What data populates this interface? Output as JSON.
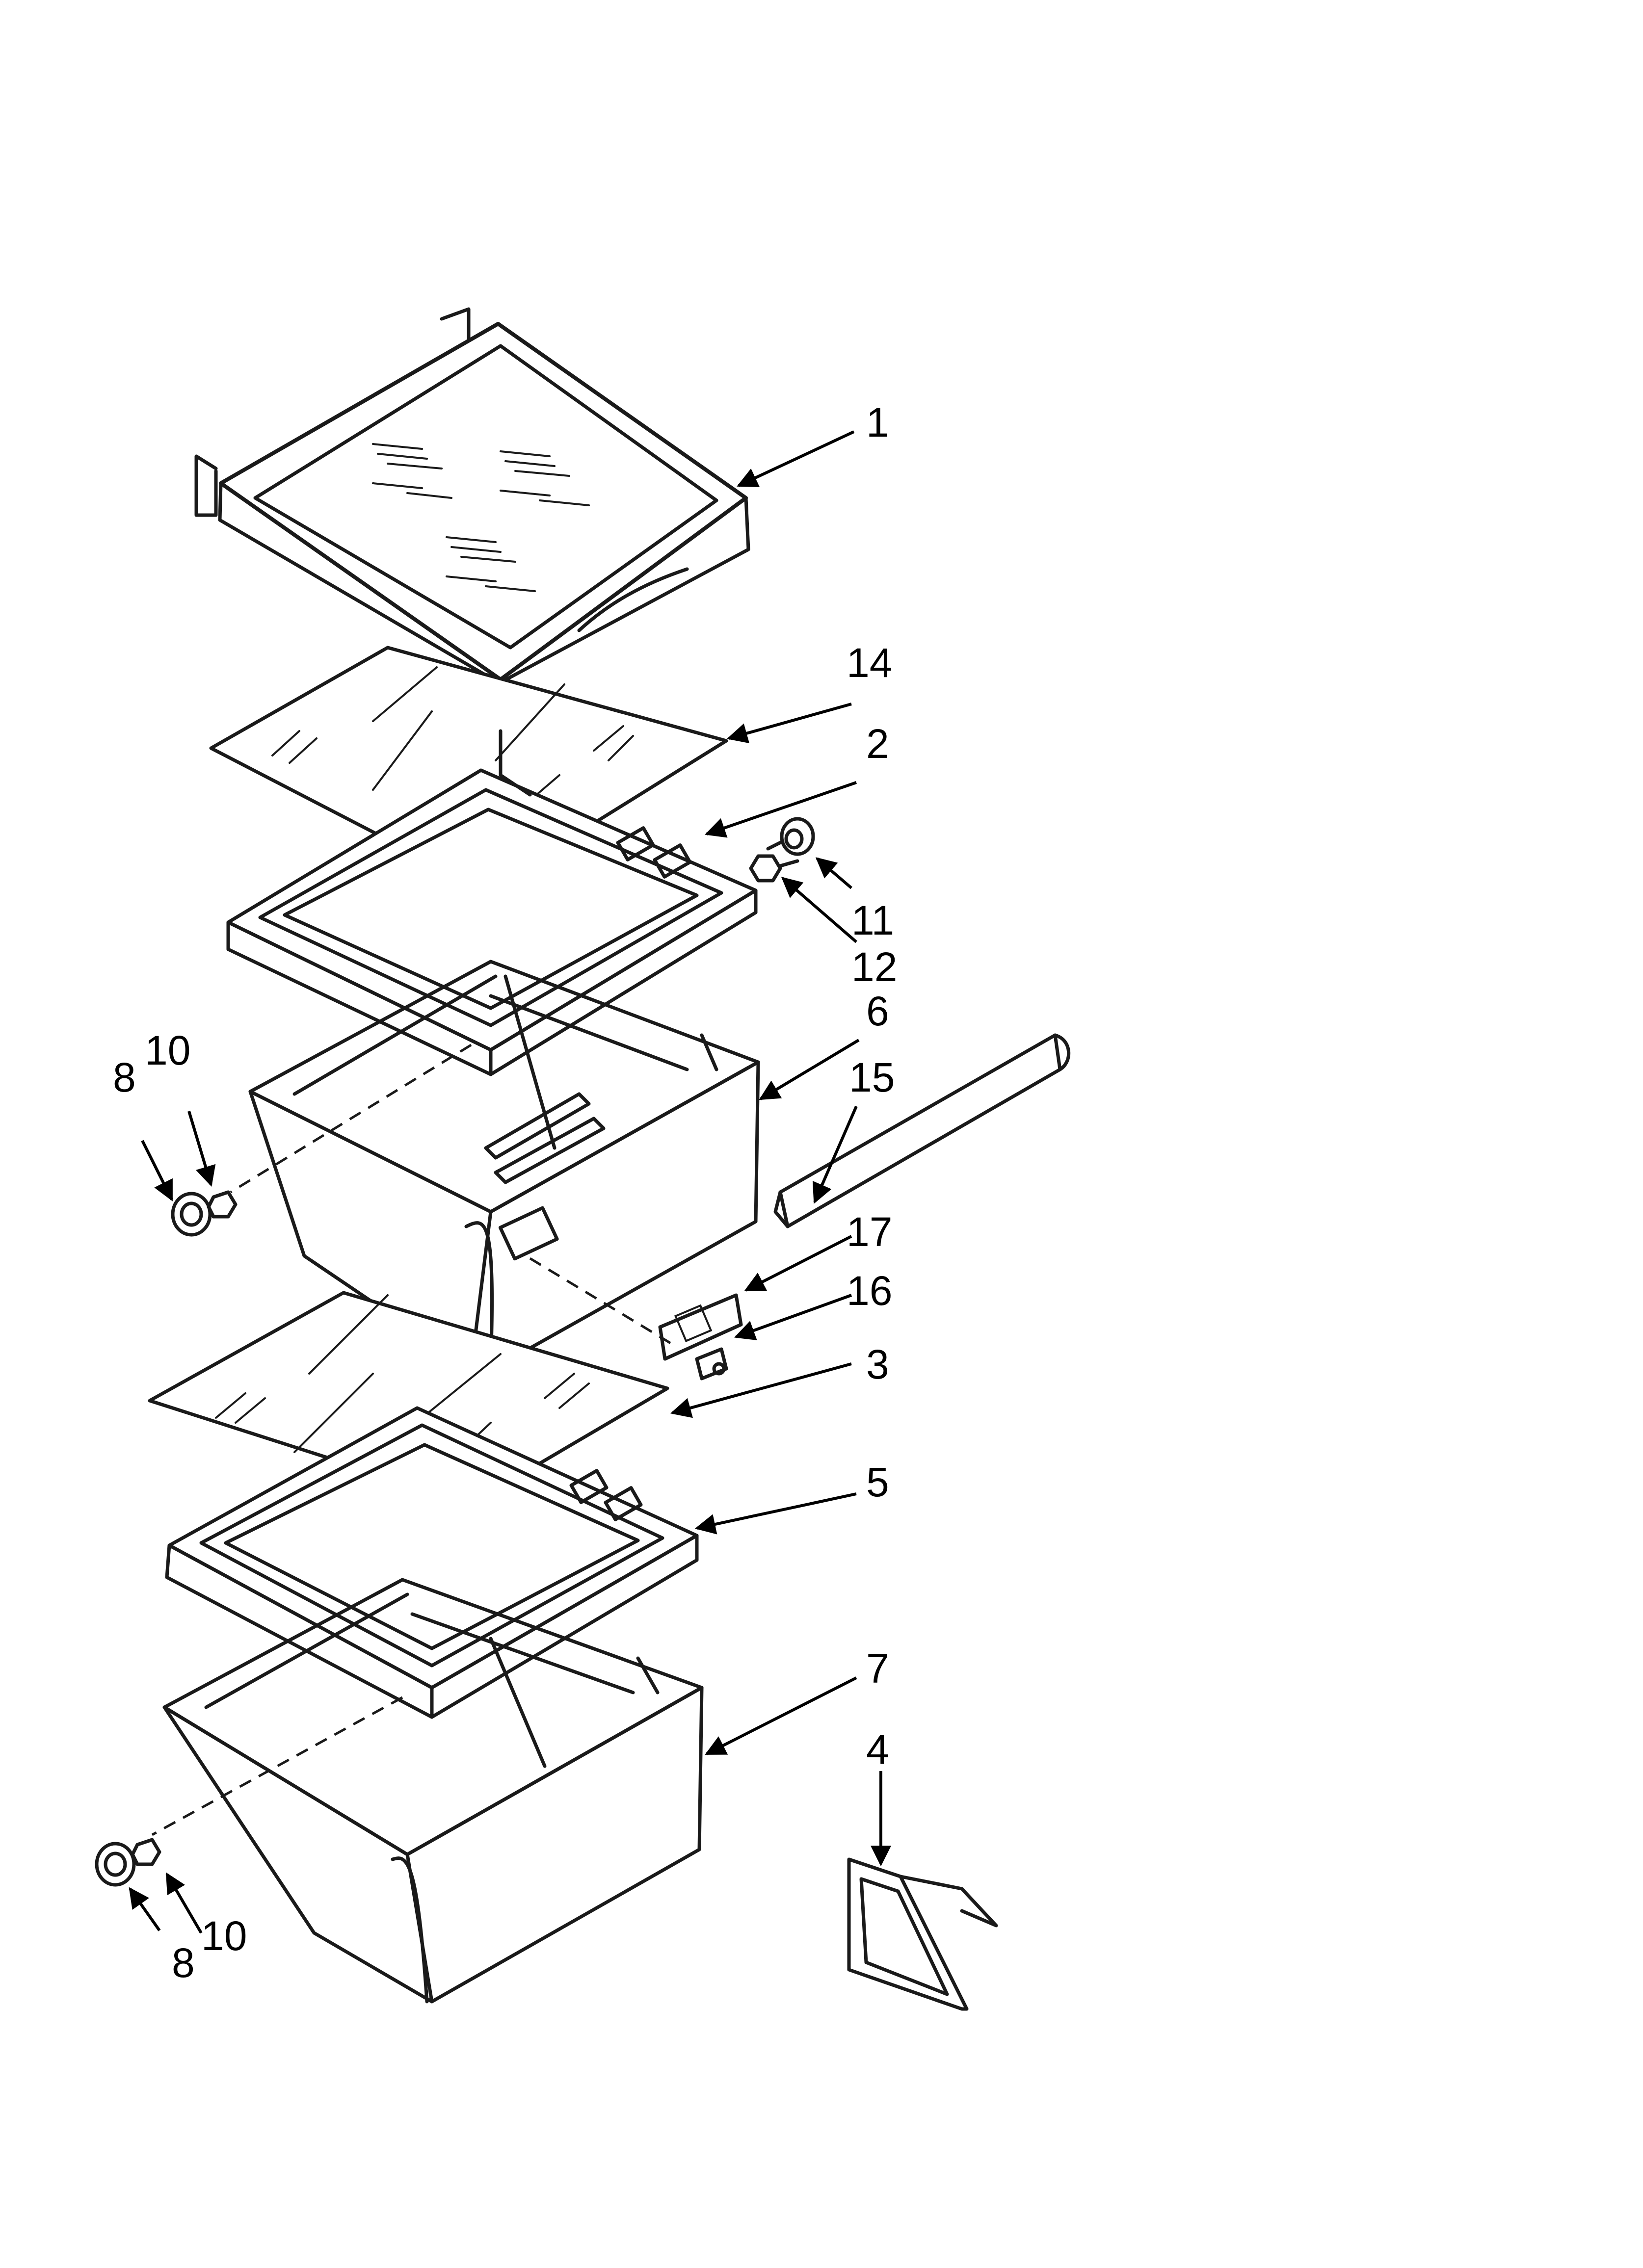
{
  "callouts": [
    {
      "id": "c1",
      "label": "1"
    },
    {
      "id": "c14",
      "label": "14"
    },
    {
      "id": "c2",
      "label": "2"
    },
    {
      "id": "c11",
      "label": "11"
    },
    {
      "id": "c12",
      "label": "12"
    },
    {
      "id": "c10a",
      "label": "10"
    },
    {
      "id": "c8a",
      "label": "8"
    },
    {
      "id": "c6",
      "label": "6"
    },
    {
      "id": "c15",
      "label": "15"
    },
    {
      "id": "c17",
      "label": "17"
    },
    {
      "id": "c16",
      "label": "16"
    },
    {
      "id": "c3",
      "label": "3"
    },
    {
      "id": "c5",
      "label": "5"
    },
    {
      "id": "c7",
      "label": "7"
    },
    {
      "id": "c4",
      "label": "4"
    },
    {
      "id": "c10b",
      "label": "10"
    },
    {
      "id": "c8b",
      "label": "8"
    }
  ]
}
